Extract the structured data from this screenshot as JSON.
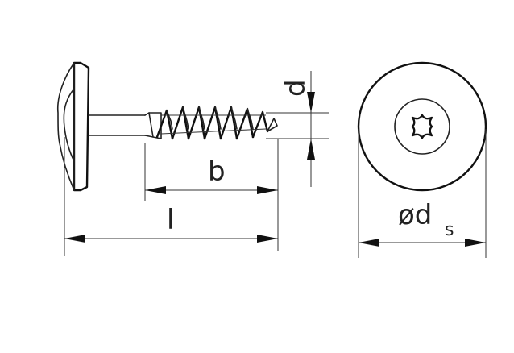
{
  "labels": {
    "thread_length": "b",
    "total_length": "l",
    "thread_diameter": "d",
    "head_diameter_symbol": "ød",
    "head_diameter_subscript": "s"
  },
  "colors": {
    "line": "#222222",
    "background": "#ffffff"
  },
  "icons": {
    "drive": "torx-recess-icon"
  }
}
